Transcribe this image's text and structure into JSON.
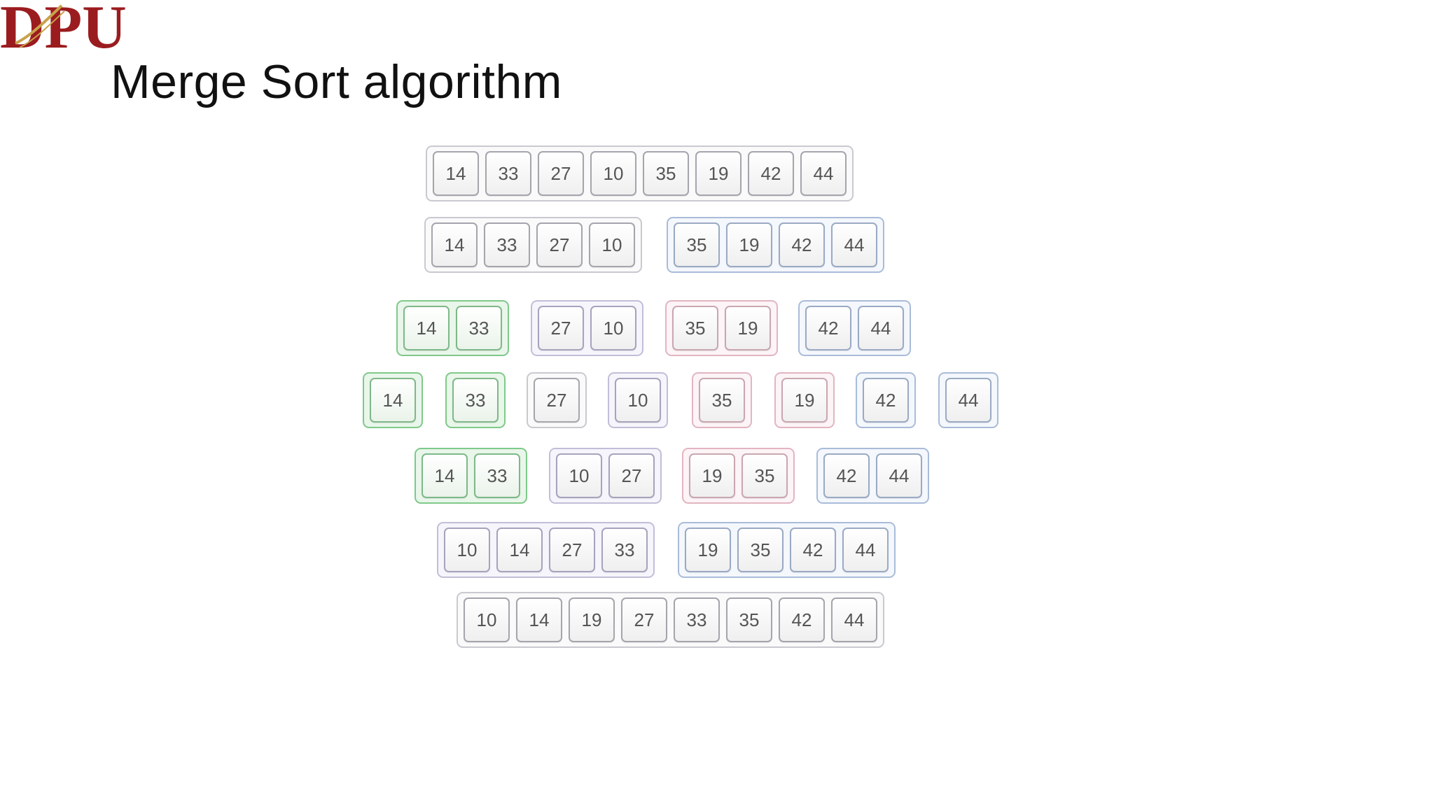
{
  "logo": {
    "text": "DPU"
  },
  "title": "Merge Sort algorithm",
  "rows": [
    [
      [
        "14",
        "33",
        "27",
        "10",
        "35",
        "19",
        "42",
        "44"
      ]
    ],
    [
      [
        "14",
        "33",
        "27",
        "10"
      ],
      [
        "35",
        "19",
        "42",
        "44"
      ]
    ],
    [
      [
        "14",
        "33"
      ],
      [
        "27",
        "10"
      ],
      [
        "35",
        "19"
      ],
      [
        "42",
        "44"
      ]
    ],
    [
      [
        "14"
      ],
      [
        "33"
      ],
      [
        "27"
      ],
      [
        "10"
      ],
      [
        "35"
      ],
      [
        "19"
      ],
      [
        "42"
      ],
      [
        "44"
      ]
    ],
    [
      [
        "14",
        "33"
      ],
      [
        "10",
        "27"
      ],
      [
        "19",
        "35"
      ],
      [
        "42",
        "44"
      ]
    ],
    [
      [
        "10",
        "14",
        "27",
        "33"
      ],
      [
        "19",
        "35",
        "42",
        "44"
      ]
    ],
    [
      [
        "10",
        "14",
        "19",
        "27",
        "33",
        "35",
        "42",
        "44"
      ]
    ]
  ],
  "colors": {
    "logo": "#9b1c1f",
    "green": "#7fc98a",
    "purple": "#c2bed8",
    "pink": "#e2b5c0",
    "blue": "#a9bcd8"
  }
}
